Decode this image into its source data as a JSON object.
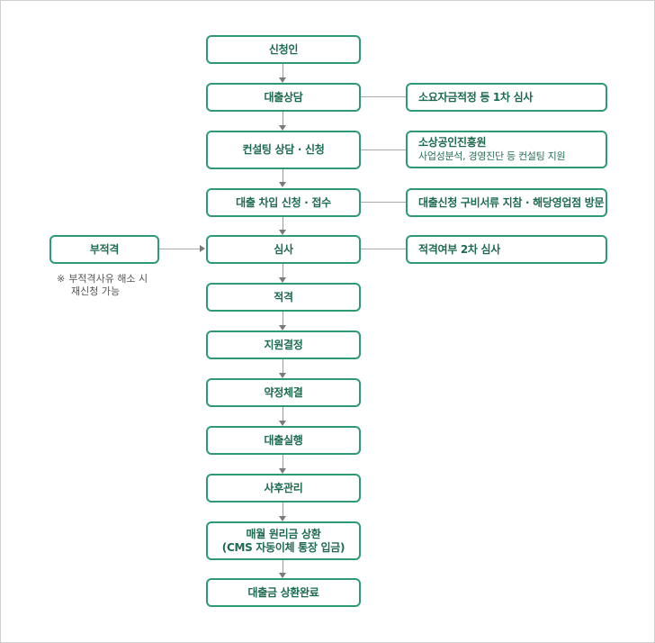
{
  "steps": [
    "신청인",
    "대출상담",
    "컨설팅 상담 · 신청",
    "대출 차입 신청 · 접수",
    "심사",
    "적격",
    "지원결정",
    "약정체결",
    "대출실행",
    "사후관리",
    "매월 원리금 상환\n(CMS 자동이체 통장 입금)",
    "대출금 상환완료"
  ],
  "side_notes": {
    "loan_consult": "소요자금적정 등 1차 심사",
    "consulting_title": "소상공인진흥원",
    "consulting_sub": "사업성분석, 경영진단 등 컨설팅 지원",
    "application": "대출신청 구비서류 지참 · 해당영업점 방문",
    "review": "적격여부 2차 심사"
  },
  "rejected": {
    "label": "부적격",
    "note_mark": "※",
    "note_line1": "부적격사유 해소 시",
    "note_line2": "재신청 가능"
  },
  "colors": {
    "border": "#2e9a72",
    "text": "#1d6b4e"
  }
}
